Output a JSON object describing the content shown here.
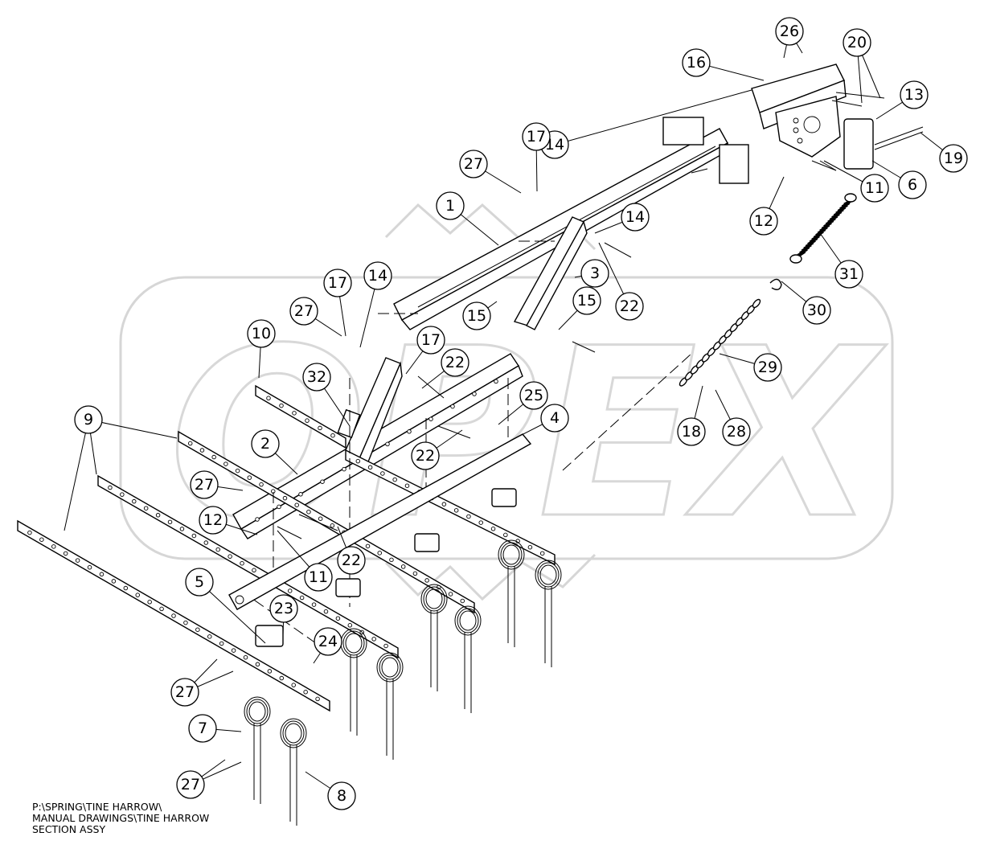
{
  "drawing_note": {
    "line1": "P:\\SPRING\\TINE HARROW\\",
    "line2": "MANUAL DRAWINGS\\TINE HARROW",
    "line3": "SECTION ASSY"
  },
  "watermark": {
    "text": "OPEX"
  },
  "callouts": [
    {
      "label": "1"
    },
    {
      "label": "2"
    },
    {
      "label": "3"
    },
    {
      "label": "4"
    },
    {
      "label": "5"
    },
    {
      "label": "6"
    },
    {
      "label": "7"
    },
    {
      "label": "8"
    },
    {
      "label": "9"
    },
    {
      "label": "10"
    },
    {
      "label": "11"
    },
    {
      "label": "11"
    },
    {
      "label": "12"
    },
    {
      "label": "12"
    },
    {
      "label": "13"
    },
    {
      "label": "14"
    },
    {
      "label": "14"
    },
    {
      "label": "14"
    },
    {
      "label": "15"
    },
    {
      "label": "15"
    },
    {
      "label": "16"
    },
    {
      "label": "17"
    },
    {
      "label": "17"
    },
    {
      "label": "17"
    },
    {
      "label": "18"
    },
    {
      "label": "19"
    },
    {
      "label": "20"
    },
    {
      "label": "22"
    },
    {
      "label": "22"
    },
    {
      "label": "22"
    },
    {
      "label": "22"
    },
    {
      "label": "23"
    },
    {
      "label": "24"
    },
    {
      "label": "25"
    },
    {
      "label": "26"
    },
    {
      "label": "27"
    },
    {
      "label": "27"
    },
    {
      "label": "27"
    },
    {
      "label": "27"
    },
    {
      "label": "27"
    },
    {
      "label": "28"
    },
    {
      "label": "29"
    },
    {
      "label": "30"
    },
    {
      "label": "31"
    },
    {
      "label": "32"
    }
  ]
}
